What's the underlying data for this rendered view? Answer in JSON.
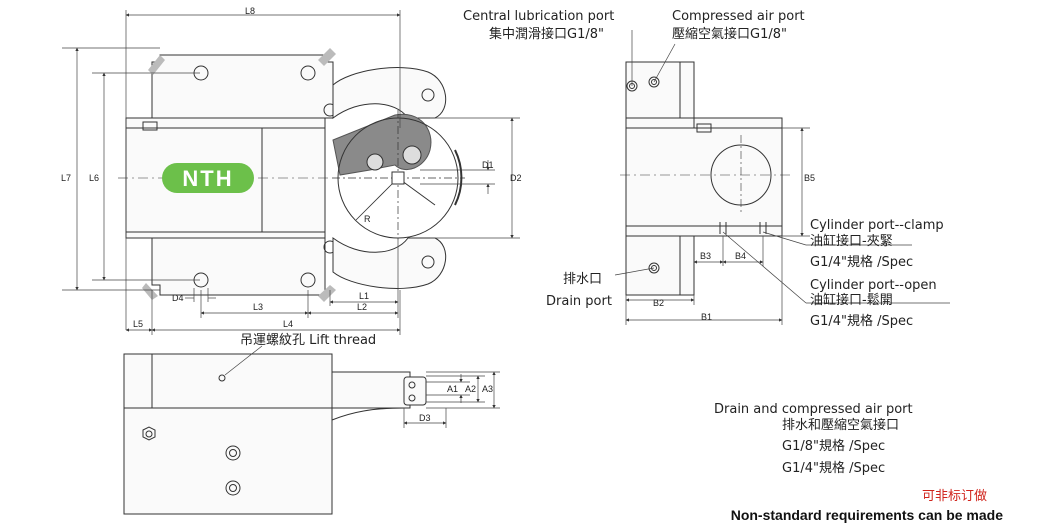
{
  "brand": {
    "logo_text": "NTH",
    "logo_color": "#6cc04a"
  },
  "dimensions": {
    "L8": "L8",
    "L7": "L7",
    "L6": "L6",
    "L5": "L5",
    "L4": "L4",
    "L3": "L3",
    "L2": "L2",
    "L1": "L1",
    "D4": "D4",
    "D1": "D1",
    "D2": "D2",
    "D3": "D3",
    "R": "R",
    "A1": "A1",
    "A2": "A2",
    "A3": "A3",
    "B1": "B1",
    "B2": "B2",
    "B3": "B3",
    "B4": "B4",
    "B5": "B5"
  },
  "labels": {
    "central_lube_en": "Central lubrication port",
    "central_lube_zh": "集中潤滑接口G1/8\"",
    "compressed_air_en": "Compressed air port",
    "compressed_air_zh": "壓縮空氣接口G1/8\"",
    "cyl_clamp_en": "Cylinder port--clamp",
    "cyl_clamp_zh": "油缸接口-夾緊",
    "cyl_clamp_spec": "G1/4\"規格 /Spec",
    "cyl_open_en": "Cylinder port--open",
    "cyl_open_zh": "油缸接口-鬆開",
    "cyl_open_spec": "G1/4\"規格 /Spec",
    "drain_zh": "排水口",
    "drain_en": "Drain port",
    "lift_thread": "吊運螺紋孔 Lift thread",
    "drain_air_en": "Drain and compressed air port",
    "drain_air_zh": "排水和壓縮空氣接口",
    "spec_18": "G1/8\"規格 /Spec",
    "spec_14": "G1/4\"規格 /Spec",
    "nonstd_zh": "可非标订做",
    "nonstd_en": "Non-standard requirements can be made"
  }
}
